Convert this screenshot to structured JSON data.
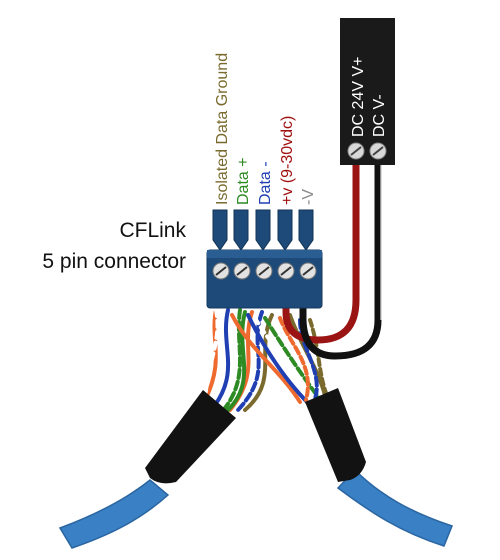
{
  "connector": {
    "name_line1": "CFLink",
    "name_line2": "5 pin connector"
  },
  "pins": [
    {
      "label": "Isolated Data Ground",
      "color": "#7a6a2e"
    },
    {
      "label": "Data +",
      "color": "#2e8b24"
    },
    {
      "label": "Data -",
      "color": "#1f3fb3"
    },
    {
      "label": "+v (9-30vdc)",
      "color": "#a01010"
    },
    {
      "label": "-V",
      "color": "#8a8a8a"
    }
  ],
  "power_supply": {
    "label_line1": "DC 24V V+",
    "label_line2": "DC V-",
    "text_color": "#ffffff",
    "body_color": "#1a1a1a"
  },
  "colors": {
    "connector_body": "#1d4a78",
    "cable_jacket": "#3a80c4",
    "wire_red": "#9a1414",
    "wire_black": "#111111",
    "wire_orange": "#ee6a2e",
    "wire_green": "#2e8b24",
    "wire_blue": "#1f3fb3",
    "wire_brown": "#7a6a2e"
  },
  "icons": [
    "screw-terminal-icon"
  ]
}
